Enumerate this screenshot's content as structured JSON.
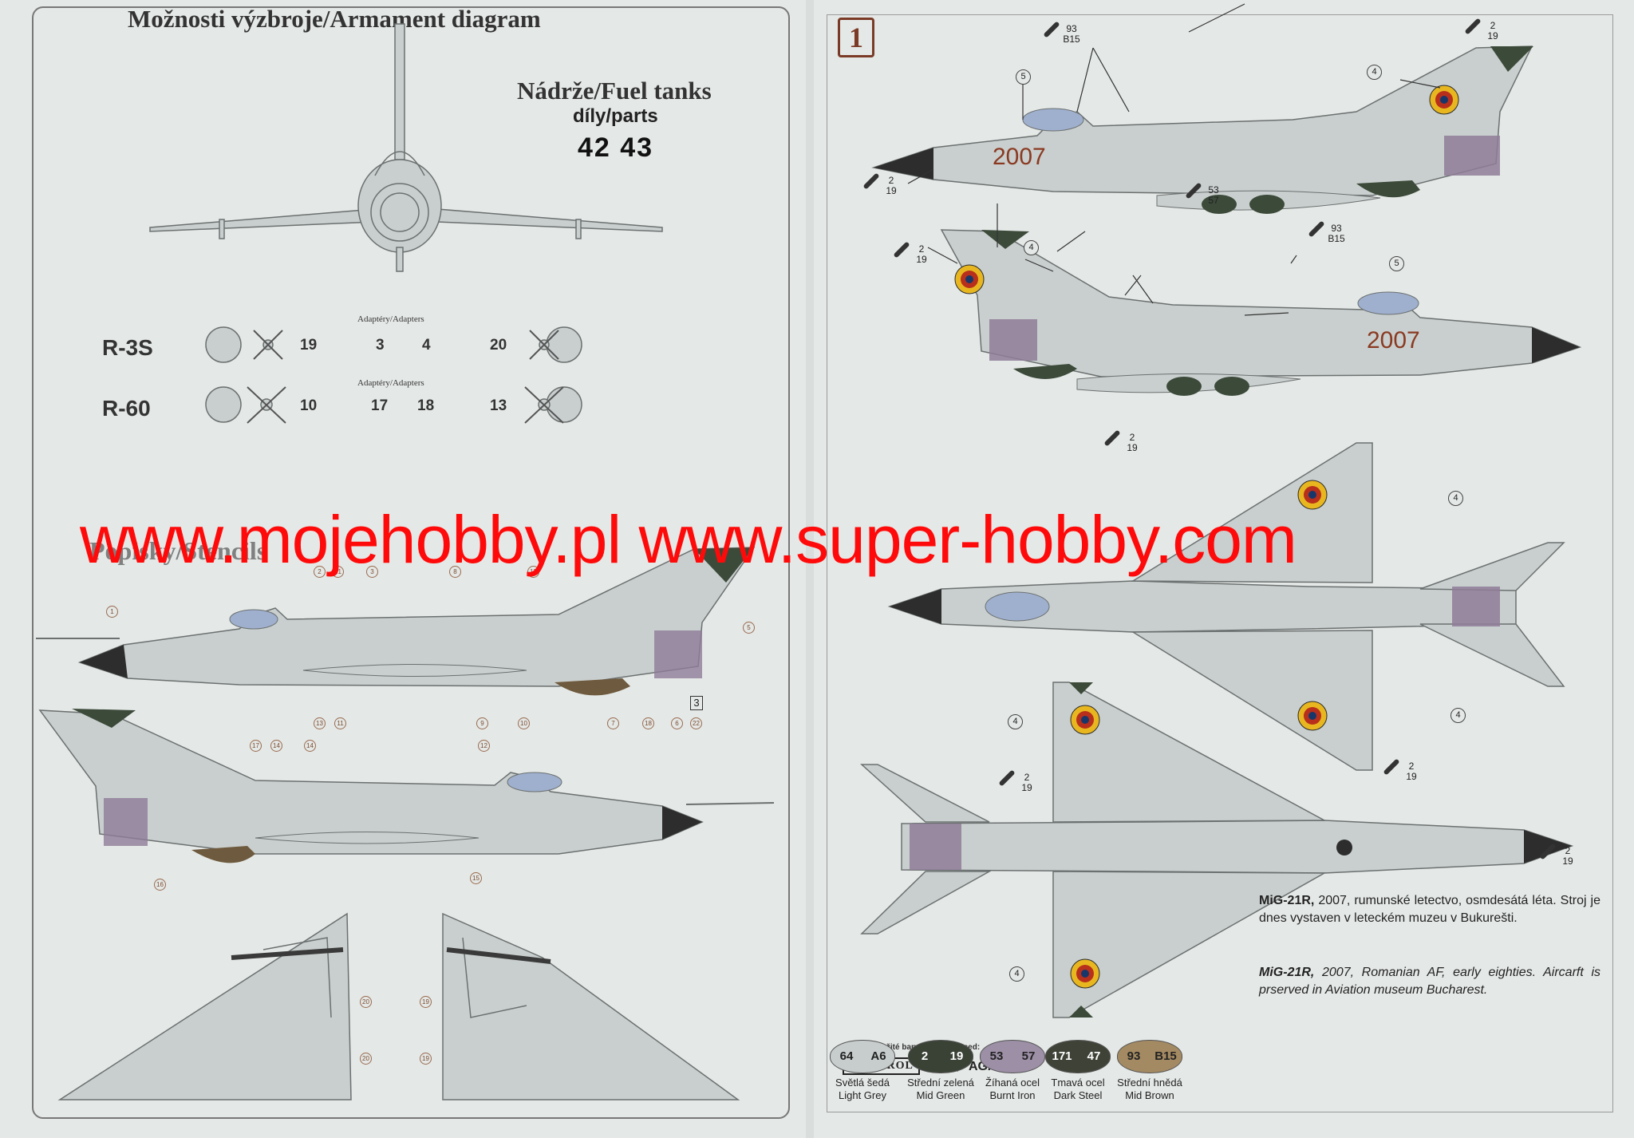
{
  "left": {
    "title": "Možnosti výzbroje/Armament diagram",
    "fuel_title": "Nádrže/Fuel tanks",
    "fuel_parts_label": "díly/parts",
    "fuel_parts": "42 43",
    "adapters_label": "Adaptéry/Adapters",
    "r3s": {
      "label": "R-3S",
      "left": "19",
      "a1": "3",
      "a2": "4",
      "right": "20"
    },
    "r60": {
      "label": "R-60",
      "left": "10",
      "a1": "17",
      "a2": "18",
      "right": "13"
    },
    "stencils_title": "Popisky/Stencils",
    "page_number": "3",
    "callouts_top": [
      "1",
      "2",
      "21",
      "3",
      "8",
      "17",
      "5",
      "13",
      "11",
      "9",
      "10",
      "7",
      "18",
      "6",
      "22"
    ],
    "callouts_bottom": [
      "17",
      "14",
      "14",
      "12",
      "16",
      "15"
    ],
    "callouts_fins": [
      "20",
      "19",
      "20",
      "19"
    ]
  },
  "right": {
    "profile_number": "1",
    "serial": "2007",
    "refs": {
      "r93": "93",
      "rb15": "B15",
      "r2": "2",
      "r19": "19",
      "r53": "53",
      "r57": "57",
      "c4": "4",
      "c5": "5"
    },
    "caption_cz_bold": "MiG-21R,",
    "caption_cz": " 2007, rumunské letectvo, osmdesátá léta. Stroj je dnes vystaven v leteckém muzeu v Bukurešti.",
    "caption_en_bold": "MiG-21R,",
    "caption_en": " 2007, Romanian AF, early eighties. Aircarft is prserved in Aviation museum Bucharest.",
    "paints_used": "Použité barvy: / Paints used:",
    "brand1": "HUMBROL",
    "brand_sep": "/",
    "brand2": "AGAMA",
    "paints": [
      {
        "a": "64",
        "b": "A6",
        "cz": "Světlá šedá",
        "en": "Light Grey",
        "colorA": "#c7cdcd",
        "colorB": "#c7cdcd",
        "text": "#222"
      },
      {
        "a": "2",
        "b": "19",
        "cz": "Střední zelená",
        "en": "Mid Green",
        "colorA": "#3a4236",
        "colorB": "#3a4236",
        "text": "#fff"
      },
      {
        "a": "53",
        "b": "57",
        "cz": "Žíhaná ocel",
        "en": "Burnt Iron",
        "colorA": "#9c8fa6",
        "colorB": "#9c8fa6",
        "text": "#222"
      },
      {
        "a": "171",
        "b": "47",
        "cz": "Tmavá ocel",
        "en": "Dark Steel",
        "colorA": "#3f4337",
        "colorB": "#3f4337",
        "text": "#fff"
      },
      {
        "a": "93",
        "b": "B15",
        "cz": "Střední hnědá",
        "en": "Mid Brown",
        "colorA": "#a48a62",
        "colorB": "#a48a62",
        "text": "#222"
      }
    ]
  },
  "watermark": "www.mojehobby.pl www.super-hobby.com",
  "colors": {
    "aircraft": "#c9cfce",
    "outline": "#6b7070",
    "green": "#3c4a3a",
    "brown": "#6e5a3e",
    "steel": "#8f7c99",
    "canopy": "#9fb0cf",
    "serial": "#8a3a22",
    "callout": "#9a6a50"
  }
}
